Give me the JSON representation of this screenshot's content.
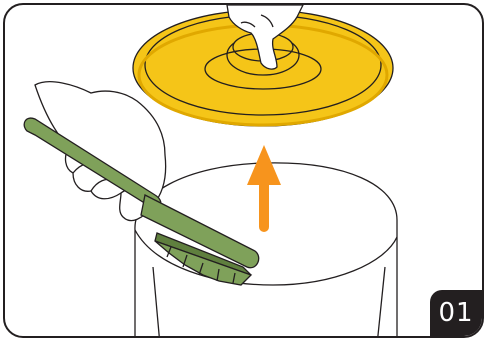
{
  "step": {
    "number": "01"
  },
  "colors": {
    "lid": "#F5C518",
    "lid_shadow": "#E0A800",
    "brush": "#7FA15A",
    "brush_dark": "#5F7F3E",
    "arrow": "#F7941D",
    "outline": "#231f20"
  },
  "icons": [
    "lid",
    "hand-holding-lid",
    "hand-holding-brush",
    "brush",
    "container",
    "up-arrow"
  ]
}
